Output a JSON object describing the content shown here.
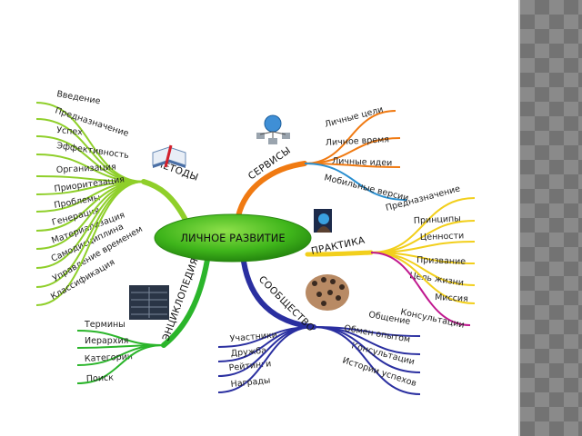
{
  "center": {
    "label": "ЛИЧНОЕ РАЗВИТИЕ",
    "color": "#3fb51b"
  },
  "branches": {
    "methods": {
      "label": "МЕТОДЫ",
      "color": "#8fcf2a",
      "icon": "book-icon",
      "items": [
        "Введение",
        "Предназначение",
        "Успех",
        "Эффективность",
        "Организация",
        "Приоритезация",
        "Проблемы",
        "Генерация",
        "Материализация",
        "Самодисциплина",
        "Управление временем",
        "Классификация"
      ]
    },
    "services": {
      "label": "СЕРВИСЫ",
      "color": "#f07a12",
      "icon": "network-icon",
      "items": [
        "Личные цели",
        "Личное время",
        "Личные идеи",
        "Мобильные версии"
      ],
      "alt_color": "#2a8fd0"
    },
    "practice": {
      "label": "ПРАКТИКА",
      "color": "#f2cf1c",
      "icon": "person-icon",
      "items": [
        "Предназначение",
        "Принципы",
        "Ценности",
        "Призвание",
        "Цель жизни",
        "Миссия",
        "Консультации"
      ],
      "alt_color": "#c0188f"
    },
    "community": {
      "label": "СООБЩЕСТВО",
      "color": "#2a2fa0",
      "icon": "crowd-icon",
      "items": [
        "Общение",
        "Обмен опытом",
        "Консультации",
        "Истории успехов",
        "Участники",
        "Дружба",
        "Рейтинги",
        "Награды"
      ]
    },
    "encyclopedia": {
      "label": "ЭНЦИКЛОПЕДИЯ",
      "color": "#2bb52b",
      "icon": "server-rack-icon",
      "items": [
        "Термины",
        "Иерархия",
        "Категории",
        "Поиск"
      ]
    }
  }
}
